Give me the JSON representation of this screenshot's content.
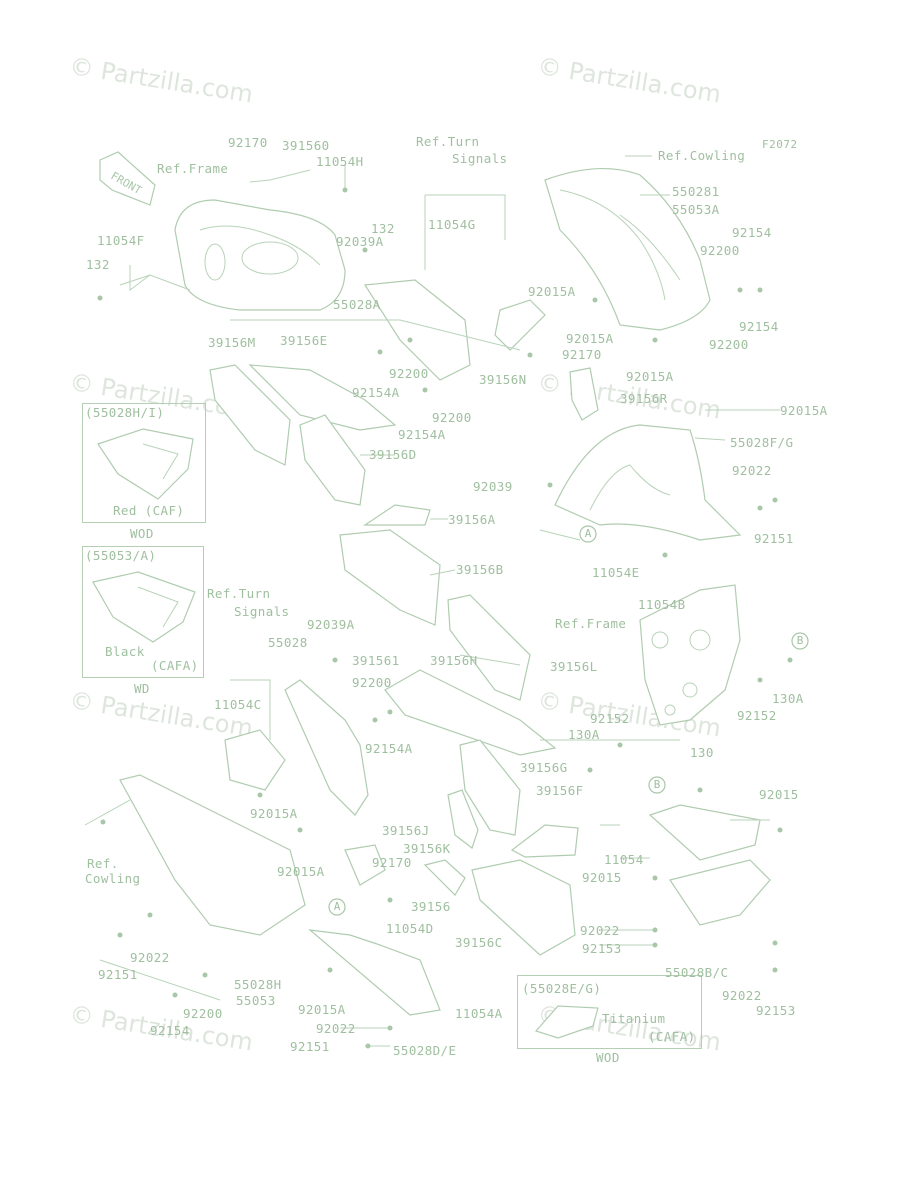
{
  "diagram_code": "F2072",
  "watermark": "© Partzilla.com",
  "front_sign": "FRONT",
  "inset1": {
    "part": "(55028H/I)",
    "color": "Red  (CAF)",
    "code": "WOD"
  },
  "inset2": {
    "part": "(55053/A)",
    "color": "Black",
    "color_code": "(CAFA)",
    "code": "WD"
  },
  "inset3": {
    "part": "(55028E/G)",
    "color": "Titanium",
    "color_code": "(CAFA)",
    "code": "WOD"
  },
  "callouts": {
    "a": "A",
    "b": "B"
  },
  "labels": [
    "92170",
    "391560",
    "11054H",
    "Ref.Frame",
    "11054F",
    "132",
    "132",
    "92039A",
    "55028A",
    "Ref.Turn",
    "Signals",
    "11054G",
    "Ref.Cowling",
    "550281",
    "55053A",
    "92154",
    "92200",
    "92154",
    "92200",
    "92015A",
    "92015A",
    "92170",
    "92015A",
    "39156N",
    "39156R",
    "92015A",
    "39156M",
    "39156E",
    "92200",
    "92154A",
    "92200",
    "92154A",
    "39156D",
    "55028F/G",
    "92022",
    "92039",
    "92151",
    "39156A",
    "11054E",
    "39156B",
    "11054B",
    "Ref.Turn",
    "Signals",
    "92039A",
    "55028",
    "391561",
    "39156H",
    "39156L",
    "Ref.Frame",
    "11054C",
    "92200",
    "92154A",
    "92152",
    "130A",
    "130A",
    "92152",
    "130",
    "39156G",
    "92015",
    "92015A",
    "39156F",
    "39156J",
    "39156K",
    "Ref.",
    "Cowling",
    "92015A",
    "92170",
    "11054",
    "92015",
    "39156",
    "11054D",
    "39156C",
    "92022",
    "92153",
    "92022",
    "92151",
    "55028H",
    "55053",
    "92200",
    "92154",
    "92015A",
    "11054A",
    "92022",
    "92151",
    "55028D/E",
    "55028B/C",
    "92022",
    "92153"
  ]
}
